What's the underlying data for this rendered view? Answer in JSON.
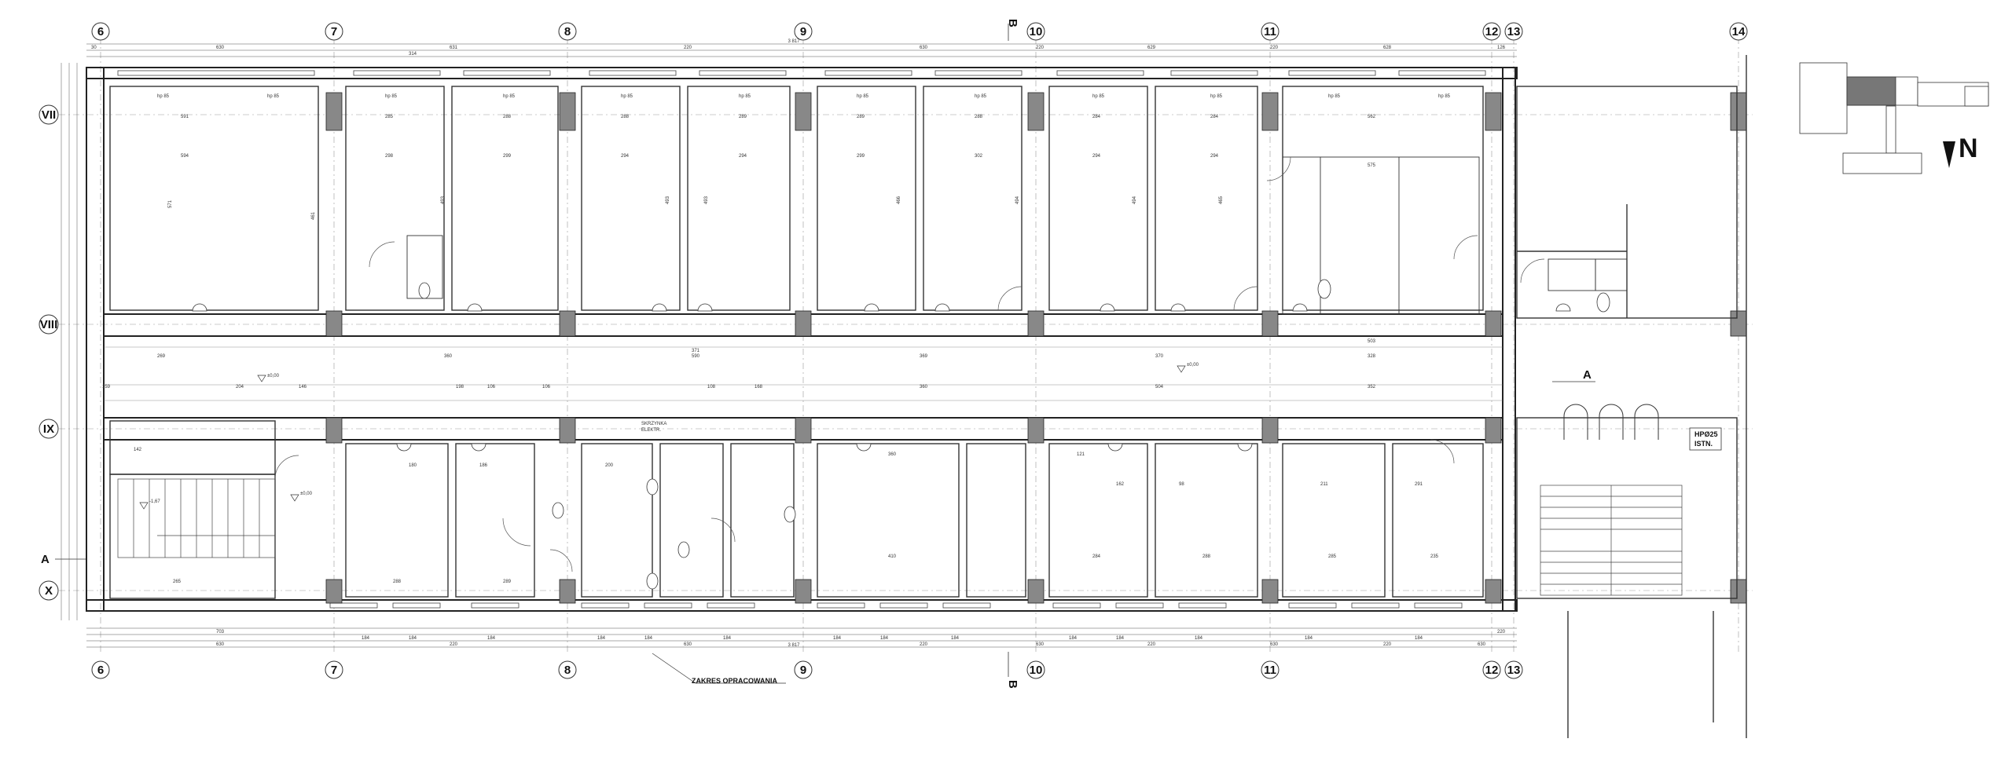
{
  "grid_columns": [
    "6",
    "7",
    "8",
    "9",
    "10",
    "11",
    "12",
    "13",
    "14"
  ],
  "grid_rows": [
    "VII",
    "VIII",
    "IX",
    "X"
  ],
  "section_marks": [
    "A",
    "A",
    "B",
    "B"
  ],
  "north_label": "N",
  "annotations": {
    "scope": "ZAKRES OPRACOWANIA",
    "electric_cabinet": [
      "SKRZYNKA",
      "ELEKTR."
    ],
    "hydrant": [
      "HPØ25",
      "ISTN."
    ],
    "elevation_1": "±0,00",
    "elevation_2": "±0,00",
    "elevation_3": "-1,67",
    "elevation_4": "±0,00"
  },
  "overall_dims": {
    "top": "3 817",
    "bottom": "3 817"
  },
  "top_dims": [
    "30",
    "630",
    "314",
    "631",
    "220",
    "630",
    "220",
    "629",
    "220",
    "628",
    "126"
  ],
  "window_labels": [
    "hp 85",
    "hp 85",
    "hp 85",
    "hp 85",
    "hp 85",
    "hp 85",
    "hp 85",
    "hp 85",
    "hp 85",
    "hp 85",
    "hp 85",
    "hp 85"
  ],
  "bottom_dims_a": [
    "703",
    "184",
    "184",
    "184",
    "184",
    "184",
    "184",
    "184",
    "184",
    "184",
    "184",
    "184",
    "184",
    "184",
    "184"
  ],
  "bottom_dims_b": [
    "630",
    "220",
    "630",
    "220",
    "630",
    "220",
    "630",
    "220",
    "630",
    "220"
  ],
  "room_dims_north": [
    "591",
    "285",
    "288",
    "288",
    "289",
    "289",
    "288",
    "284",
    "284",
    "562"
  ],
  "room_dims_north_2": [
    "594",
    "298",
    "299",
    "294",
    "294",
    "299",
    "302",
    "294",
    "294",
    "575"
  ],
  "room_dims_north_h": [
    "571",
    "461",
    "493",
    "493",
    "493",
    "466",
    "494",
    "494",
    "465"
  ],
  "corridor_dims": [
    "269",
    "360",
    "590",
    "371",
    "369",
    "370",
    "328",
    "503"
  ],
  "corridor_dims_2": [
    "159",
    "204",
    "146",
    "106",
    "198",
    "106",
    "108",
    "168",
    "360",
    "504",
    "352"
  ],
  "room_dims_south": [
    "142",
    "180",
    "186",
    "200",
    "360",
    "121",
    "162",
    "98",
    "211",
    "291"
  ],
  "room_dims_south_2": [
    "288",
    "289",
    "284",
    "410",
    "288",
    "285",
    "235",
    "265"
  ]
}
